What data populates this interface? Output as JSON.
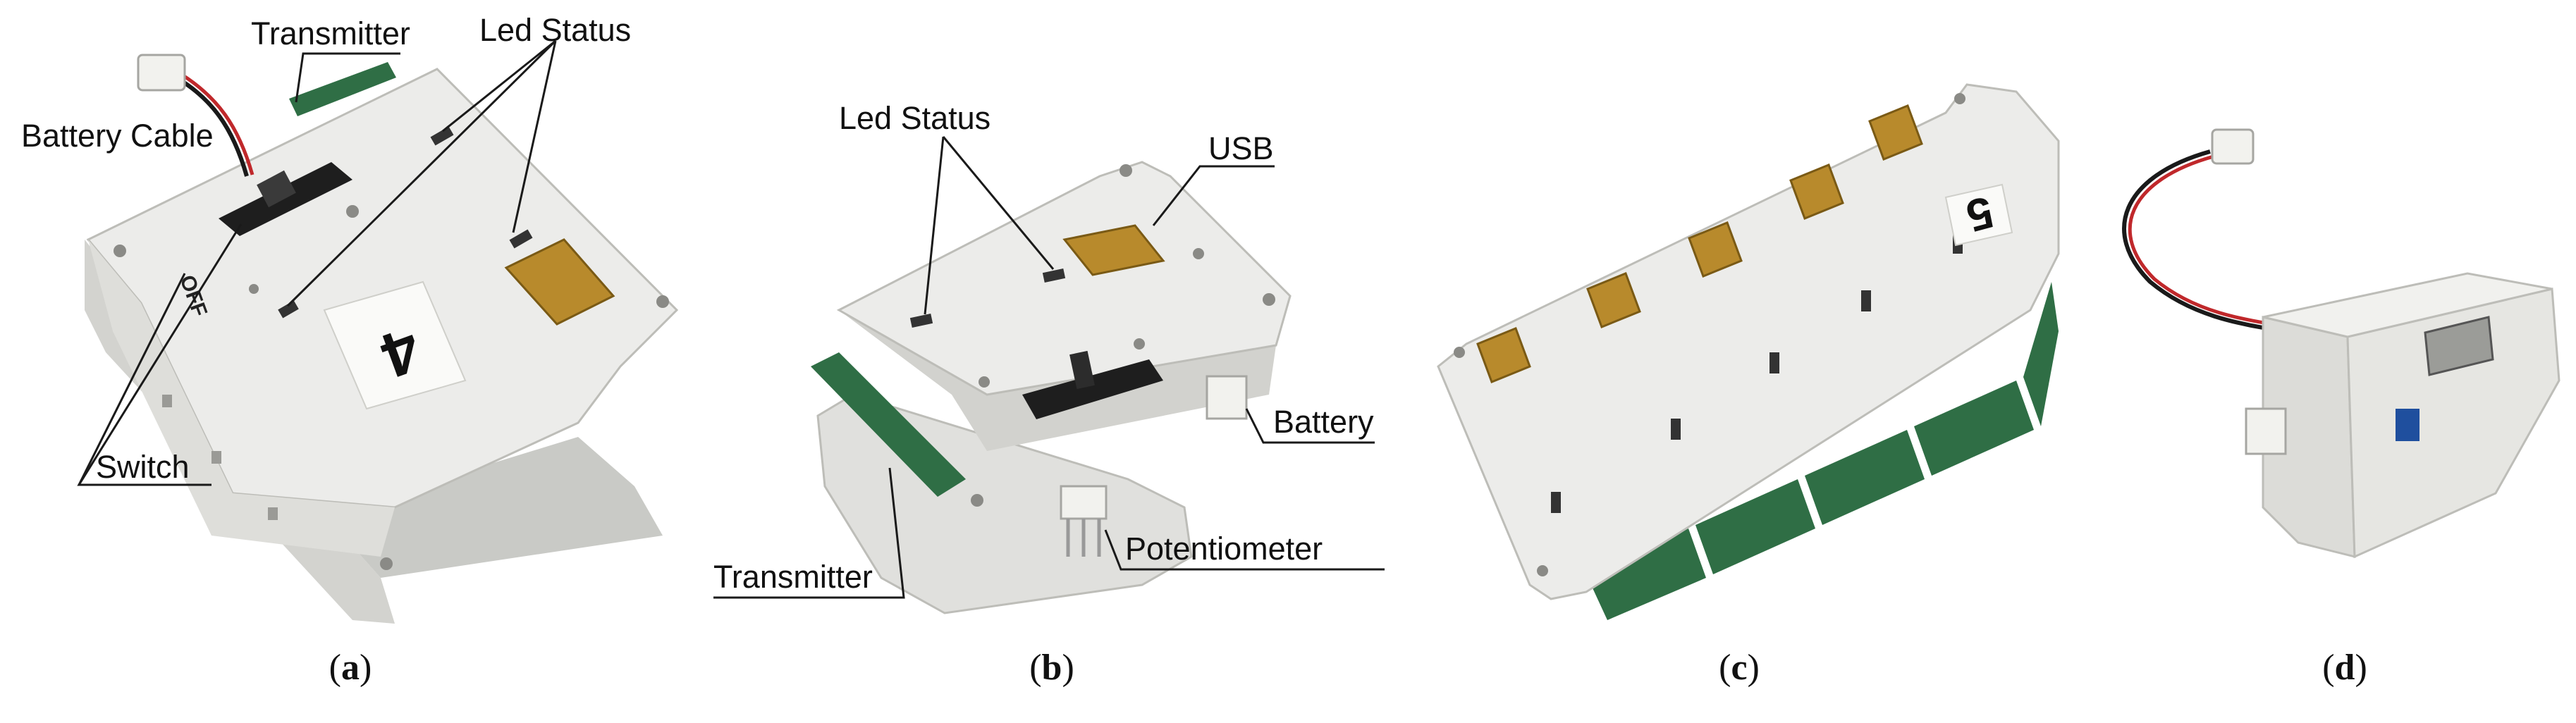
{
  "colors": {
    "plastic": "#e9e9e6",
    "plastic_shadow": "#c9cac6",
    "pcb_green": "#2f6e45",
    "usb_gold": "#b88a2c",
    "switch_black": "#1e1e1e",
    "leader_line": "#1a1a1a"
  },
  "panel_a": {
    "module_number": "4",
    "off_marking": "OFF",
    "labels": {
      "transmitter": "Transmitter",
      "led_status": "Led Status",
      "battery_cable": "Battery Cable",
      "switch": "Switch"
    },
    "caption": {
      "open": "(",
      "letter": "a",
      "close": ")"
    }
  },
  "panel_b": {
    "labels": {
      "led_status": "Led Status",
      "usb": "USB",
      "battery": "Battery",
      "potentiometer": "Potentiometer",
      "transmitter": "Transmitter"
    },
    "caption": {
      "open": "(",
      "letter": "b",
      "close": ")"
    }
  },
  "panel_c": {
    "module_number": "5",
    "usb_port_count": 5,
    "caption": {
      "open": "(",
      "letter": "c",
      "close": ")"
    }
  },
  "panel_d": {
    "caption": {
      "open": "(",
      "letter": "d",
      "close": ")"
    }
  }
}
